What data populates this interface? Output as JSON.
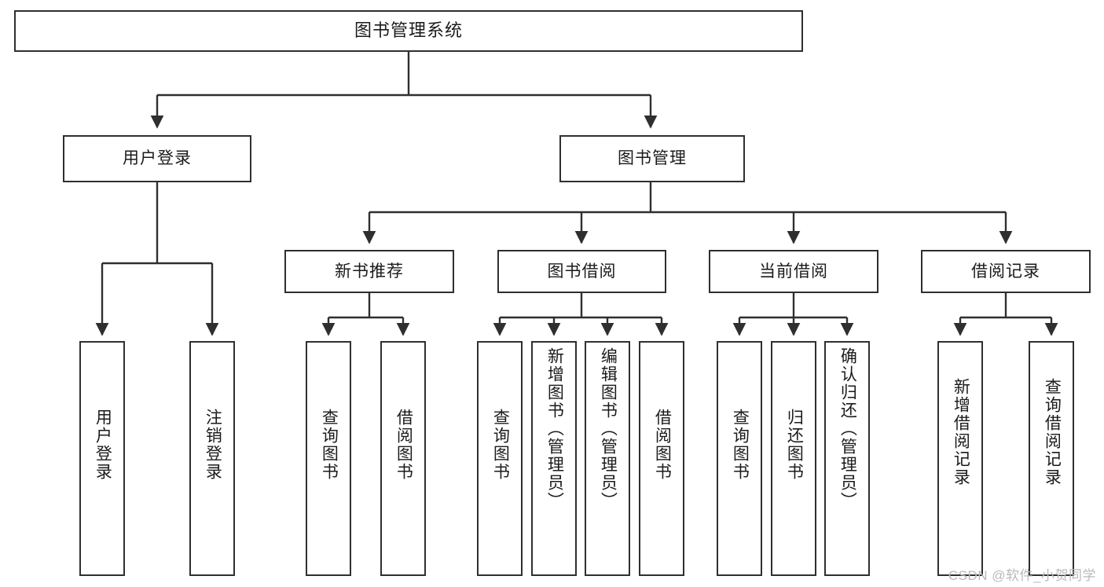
{
  "diagram": {
    "title": "图书管理系统",
    "type": "tree-hierarchy",
    "watermark": "CSDN @软件_小贺同学",
    "colors": {
      "line": "#2f2f2f",
      "box_border": "#2f2f2f",
      "background": "#ffffff",
      "text": "#1b1b1b",
      "watermark": "#b9b9b9"
    },
    "root": {
      "label": "图书管理系统"
    },
    "level2": [
      {
        "label": "用户登录"
      },
      {
        "label": "图书管理"
      }
    ],
    "level3": [
      {
        "label": "新书推荐"
      },
      {
        "label": "图书借阅"
      },
      {
        "label": "当前借阅"
      },
      {
        "label": "借阅记录"
      }
    ],
    "leaves": {
      "user_login": [
        {
          "label": "用户登录"
        },
        {
          "label": "注销登录"
        }
      ],
      "new_book_recommend": [
        {
          "label": "查询图书"
        },
        {
          "label": "借阅图书"
        }
      ],
      "book_borrow": [
        {
          "label": "查询图书"
        },
        {
          "label": "新增图书（管理员）"
        },
        {
          "label": "编辑图书（管理员）"
        },
        {
          "label": "借阅图书"
        }
      ],
      "current_borrow": [
        {
          "label": "查询图书"
        },
        {
          "label": "归还图书"
        },
        {
          "label": "确认归还（管理员）"
        }
      ],
      "borrow_record": [
        {
          "label": "新增借阅记录"
        },
        {
          "label": "查询借阅记录"
        }
      ]
    }
  },
  "chart_data": {
    "type": "table",
    "title": "图书管理系统",
    "nodes": [
      {
        "id": "root",
        "label": "图书管理系统",
        "level": 0,
        "parent": null
      },
      {
        "id": "n1",
        "label": "用户登录",
        "level": 1,
        "parent": "root"
      },
      {
        "id": "n2",
        "label": "图书管理",
        "level": 1,
        "parent": "root"
      },
      {
        "id": "n1a",
        "label": "用户登录",
        "level": 2,
        "parent": "n1"
      },
      {
        "id": "n1b",
        "label": "注销登录",
        "level": 2,
        "parent": "n1"
      },
      {
        "id": "n2a",
        "label": "新书推荐",
        "level": 2,
        "parent": "n2"
      },
      {
        "id": "n2b",
        "label": "图书借阅",
        "level": 2,
        "parent": "n2"
      },
      {
        "id": "n2c",
        "label": "当前借阅",
        "level": 2,
        "parent": "n2"
      },
      {
        "id": "n2d",
        "label": "借阅记录",
        "level": 2,
        "parent": "n2"
      },
      {
        "id": "n2a1",
        "label": "查询图书",
        "level": 3,
        "parent": "n2a"
      },
      {
        "id": "n2a2",
        "label": "借阅图书",
        "level": 3,
        "parent": "n2a"
      },
      {
        "id": "n2b1",
        "label": "查询图书",
        "level": 3,
        "parent": "n2b"
      },
      {
        "id": "n2b2",
        "label": "新增图书（管理员）",
        "level": 3,
        "parent": "n2b"
      },
      {
        "id": "n2b3",
        "label": "编辑图书（管理员）",
        "level": 3,
        "parent": "n2b"
      },
      {
        "id": "n2b4",
        "label": "借阅图书",
        "level": 3,
        "parent": "n2b"
      },
      {
        "id": "n2c1",
        "label": "查询图书",
        "level": 3,
        "parent": "n2c"
      },
      {
        "id": "n2c2",
        "label": "归还图书",
        "level": 3,
        "parent": "n2c"
      },
      {
        "id": "n2c3",
        "label": "确认归还（管理员）",
        "level": 3,
        "parent": "n2c"
      },
      {
        "id": "n2d1",
        "label": "新增借阅记录",
        "level": 3,
        "parent": "n2d"
      },
      {
        "id": "n2d2",
        "label": "查询借阅记录",
        "level": 3,
        "parent": "n2d"
      }
    ]
  }
}
